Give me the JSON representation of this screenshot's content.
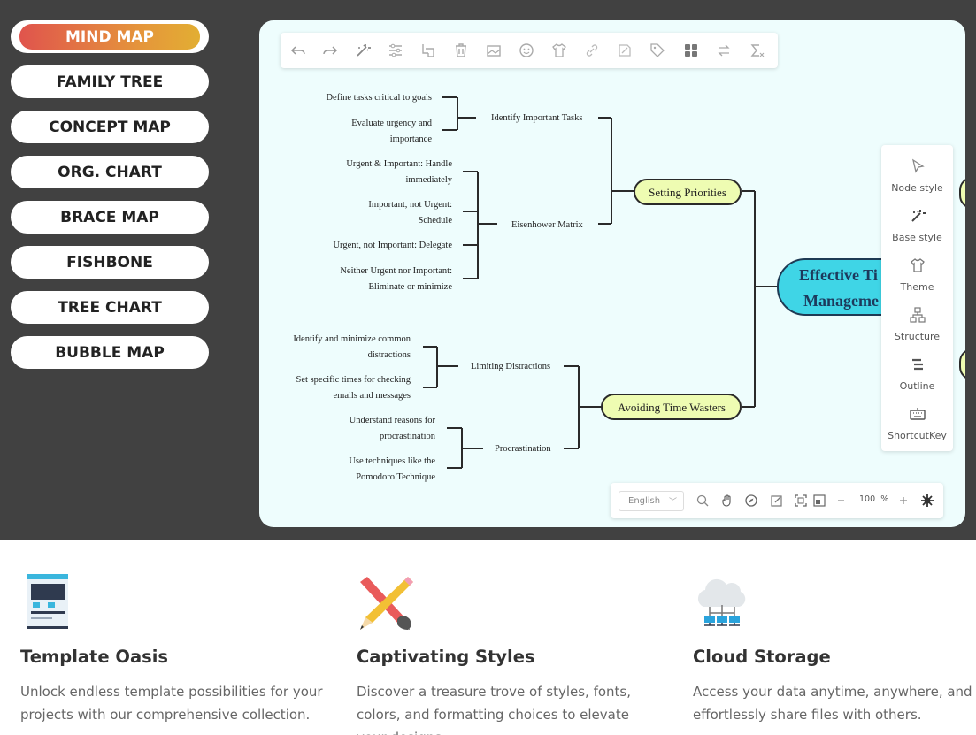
{
  "nav": {
    "items": [
      {
        "label": "MIND MAP",
        "active": true
      },
      {
        "label": "FAMILY TREE"
      },
      {
        "label": "CONCEPT MAP"
      },
      {
        "label": "ORG. CHART"
      },
      {
        "label": "BRACE MAP"
      },
      {
        "label": "FISHBONE"
      },
      {
        "label": "TREE CHART"
      },
      {
        "label": "BUBBLE MAP"
      }
    ],
    "active_gradient": [
      "#e0544d",
      "#e2ae33"
    ]
  },
  "toolbar": {
    "icons": [
      "undo-icon",
      "redo-icon",
      "magic-style-icon",
      "format-painter-icon",
      "subtopic-icon",
      "delete-icon",
      "image-icon",
      "emoji-icon",
      "theme-icon",
      "link-icon",
      "note-icon",
      "tag-icon",
      "layout-grid-icon",
      "swap-icon",
      "formula-icon"
    ]
  },
  "mindmap": {
    "root": {
      "line1": "Effective Ti",
      "line2": "Manageme"
    },
    "branches": {
      "setting_priorities": "Setting Priorities",
      "avoiding_time_wasters": "Avoiding Time Wasters"
    },
    "subtopics": {
      "identify_tasks": "Identify Important Tasks",
      "eisenhower": "Eisenhower Matrix",
      "limiting": "Limiting Distractions",
      "procrastination": "Procrastination"
    },
    "leaves": {
      "define_tasks": "Define tasks critical to goals",
      "evaluate_1": "Evaluate urgency and",
      "evaluate_2": "importance",
      "urgent_important_1": "Urgent & Important: Handle",
      "urgent_important_2": "immediately",
      "important_not_urgent_1": "Important, not Urgent:",
      "important_not_urgent_2": "Schedule",
      "urgent_not_important": "Urgent, not Important: Delegate",
      "neither_1": "Neither Urgent nor Important:",
      "neither_2": "Eliminate or minimize",
      "identify_distractions_1": "Identify and minimize common",
      "identify_distractions_2": "distractions",
      "set_times_1": "Set specific times for checking",
      "set_times_2": "emails and messages",
      "understand_1": "Understand reasons for",
      "understand_2": "procrastination",
      "techniques_1": "Use techniques like the",
      "techniques_2": "Pomodoro Technique"
    },
    "colors": {
      "root_fill": "#3fd5e6",
      "branch_fill": "#eefcb2",
      "canvas_bg": "#eefdfd",
      "line": "#2a2a2a"
    }
  },
  "side_panel": {
    "items": [
      {
        "label": "Node style",
        "icon": "node-style-icon"
      },
      {
        "label": "Base style",
        "icon": "base-style-icon"
      },
      {
        "label": "Theme",
        "icon": "theme-shirt-icon"
      },
      {
        "label": "Structure",
        "icon": "structure-icon"
      },
      {
        "label": "Outline",
        "icon": "outline-icon"
      },
      {
        "label": "ShortcutKey",
        "icon": "keyboard-icon"
      }
    ]
  },
  "bottom_bar": {
    "language": "English",
    "zoom": "100",
    "zoom_unit": "%",
    "icons": [
      "search-icon",
      "hand-icon",
      "compass-icon",
      "edit-icon",
      "fit-screen-icon",
      "fullscreen-icon",
      "zoom-out-icon",
      "zoom-in-icon",
      "settings-icon"
    ]
  },
  "features": [
    {
      "title": "Template Oasis",
      "text": "Unlock endless template possibilities for your projects with our comprehensive collection.",
      "icon": "template-window-icon"
    },
    {
      "title": "Captivating Styles",
      "text": "Discover a treasure trove of styles, fonts, colors, and formatting choices to elevate your designs.",
      "icon": "pencil-brush-icon"
    },
    {
      "title": "Cloud Storage",
      "text": "Access your data anytime, anywhere, and effortlessly share files with others.",
      "icon": "cloud-storage-icon"
    }
  ]
}
